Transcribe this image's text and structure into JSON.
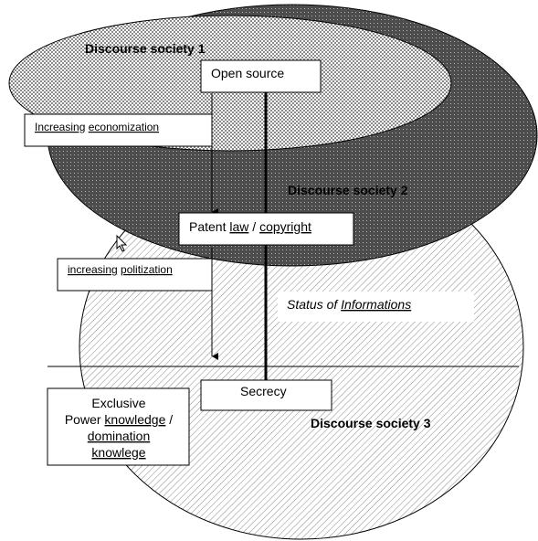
{
  "societies": {
    "s1": "Discourse society 1",
    "s2": "Discourse society 2",
    "s3": "Discourse society 3"
  },
  "boxes": {
    "open_source": "Open source",
    "patent_law_prefix": "Patent ",
    "patent_law_word": "law",
    "patent_law_sep": " / ",
    "patent_law_copyright": "copyright",
    "secrecy": "Secrecy",
    "economization_word1": "Increasing",
    "economization_word2": "economization",
    "politization_word1": "increasing",
    "politization_word2": "politization",
    "status_prefix": "Status of",
    "status_word": "Informations",
    "exclusive_line1": "Exclusive",
    "exclusive_line2_a": "Power ",
    "exclusive_line2_b": "knowledge",
    "exclusive_line2_c": " /",
    "exclusive_line3": "domination",
    "exclusive_line4": "knowlege"
  },
  "colors": {
    "ellipse1_dots": "#000000",
    "ellipse2_fill": "#5a5a5a",
    "ellipse3_hatch": "#777777",
    "spellcheck_underline": "#dd2222"
  },
  "icons": [
    "mouse-cursor-icon"
  ]
}
